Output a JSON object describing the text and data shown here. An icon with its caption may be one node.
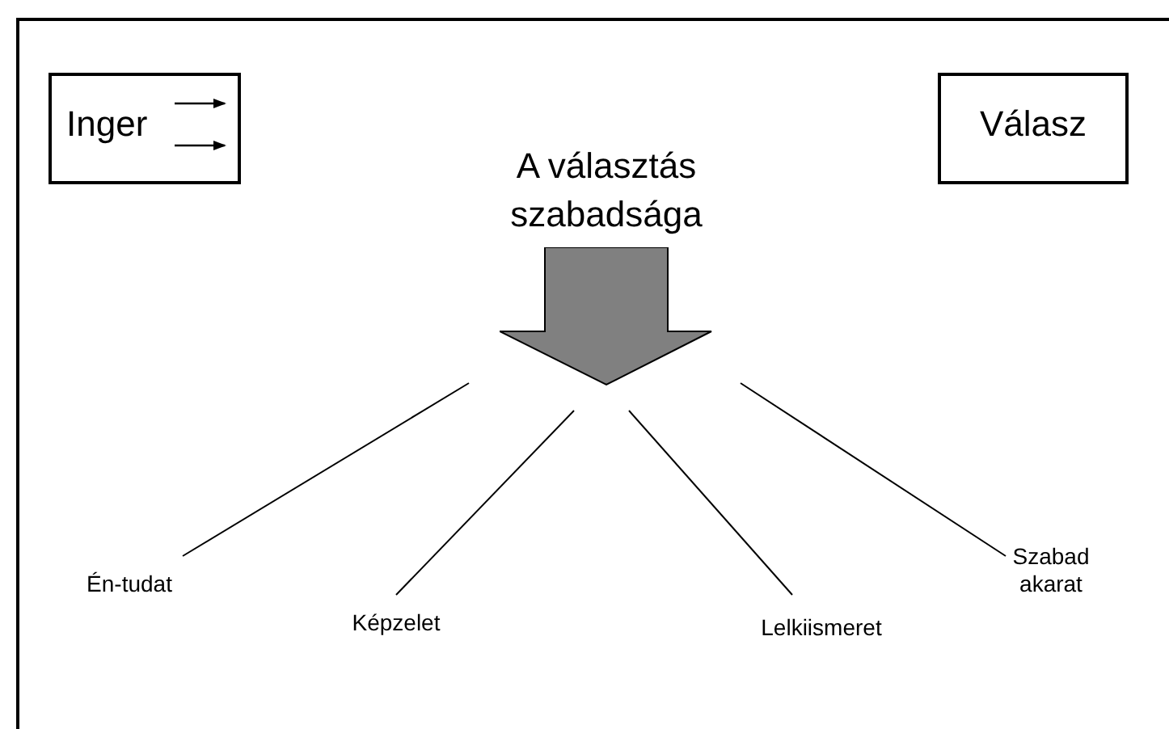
{
  "diagram": {
    "nodes": [
      {
        "text": [
          "Inger"
        ]
      },
      {
        "text": [
          "Válasz"
        ]
      },
      {
        "text": [],
        "shape": "arrow",
        "beside": [
          "A választás szabadsága"
        ]
      },
      {
        "text": [
          "Én-tudat"
        ]
      },
      {
        "text": [
          "Képzelet"
        ]
      },
      {
        "text": [
          "Lelkiismeret"
        ]
      },
      {
        "text": [
          "Szabad akarat"
        ]
      }
    ],
    "edges": [
      {
        "from": 2,
        "to": 3,
        "arrow": "none"
      },
      {
        "from": 2,
        "to": 4,
        "arrow": "none"
      },
      {
        "from": 2,
        "to": 5,
        "arrow": "none"
      },
      {
        "from": 2,
        "to": 6,
        "arrow": "none"
      }
    ]
  }
}
